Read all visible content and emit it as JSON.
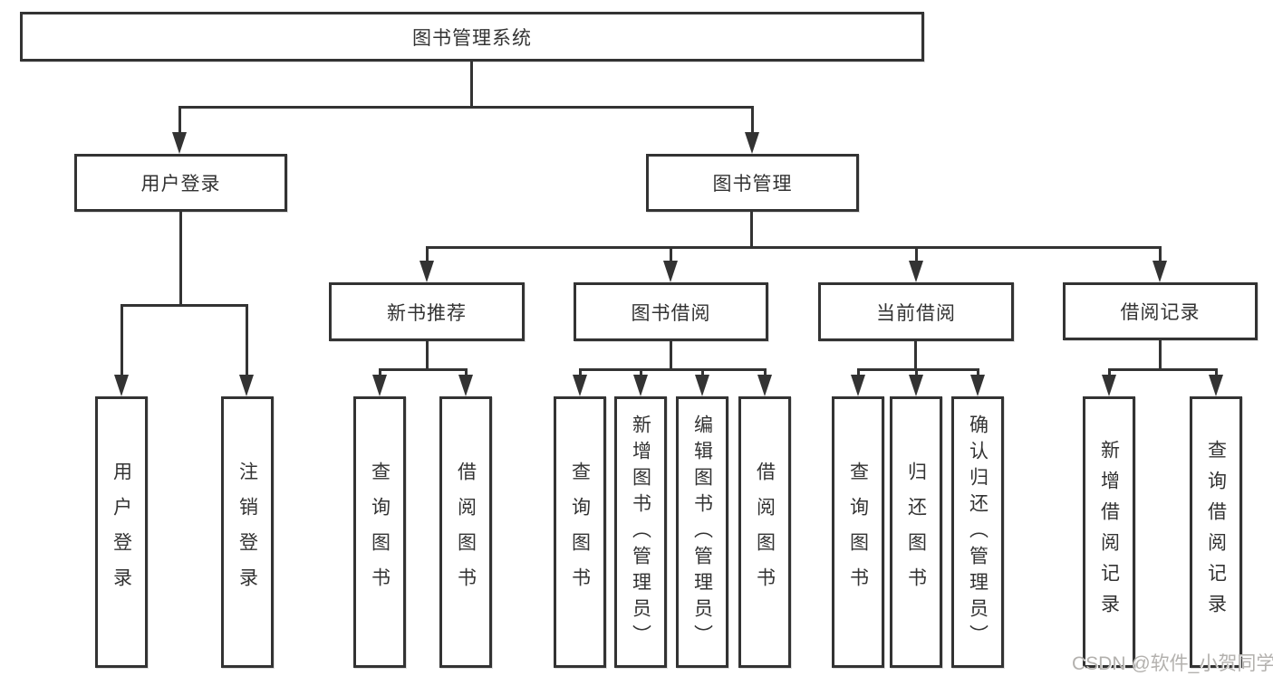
{
  "diagram": {
    "root": {
      "label": "图书管理系统"
    },
    "level2": [
      {
        "label": "用户登录"
      },
      {
        "label": "图书管理"
      }
    ],
    "level3": [
      {
        "label": "新书推荐"
      },
      {
        "label": "图书借阅"
      },
      {
        "label": "当前借阅"
      },
      {
        "label": "借阅记录"
      }
    ],
    "leaves": [
      {
        "group": "用户登录",
        "label": "用户登录"
      },
      {
        "group": "用户登录",
        "label": "注销登录"
      },
      {
        "group": "新书推荐",
        "label": "查询图书"
      },
      {
        "group": "新书推荐",
        "label": "借阅图书"
      },
      {
        "group": "图书借阅",
        "label": "查询图书"
      },
      {
        "group": "图书借阅",
        "label": "新增图书（管理员）"
      },
      {
        "group": "图书借阅",
        "label": "编辑图书（管理员）"
      },
      {
        "group": "图书借阅",
        "label": "借阅图书"
      },
      {
        "group": "当前借阅",
        "label": "查询图书"
      },
      {
        "group": "当前借阅",
        "label": "归还图书"
      },
      {
        "group": "当前借阅",
        "label": "确认归还（管理员）"
      },
      {
        "group": "借阅记录",
        "label": "新增借阅记录"
      },
      {
        "group": "借阅记录",
        "label": "查询借阅记录"
      }
    ]
  },
  "watermark": {
    "text": "CSDN @软件_小贺同学"
  },
  "colors": {
    "line": "#333333",
    "box_background": "#ffffff",
    "text": "#333333",
    "watermark": "#b3b1ae"
  }
}
